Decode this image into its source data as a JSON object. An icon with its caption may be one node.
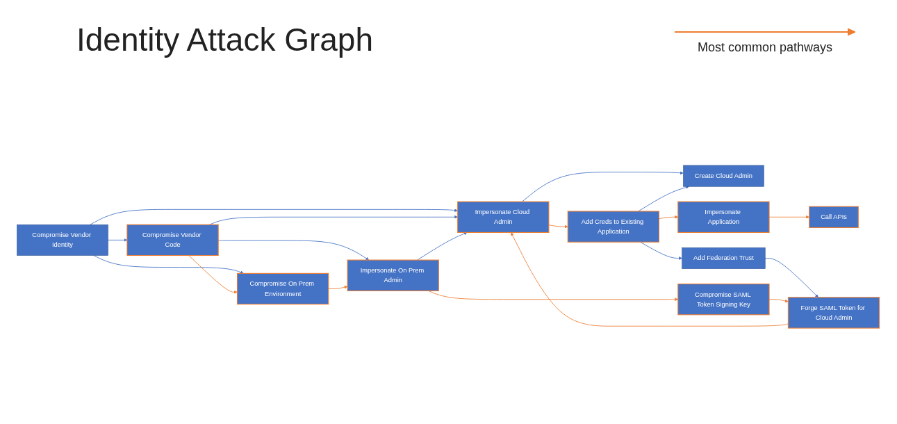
{
  "diagram": {
    "title": "Identity Attack Graph",
    "nodes": [
      {
        "text": [
          "Compromise Vendor Identity"
        ]
      },
      {
        "text": [
          "Compromise On Prem Environment"
        ]
      },
      {
        "text": [
          "Create Cloud Admin"
        ]
      },
      {
        "text": [
          "Compromise Vendor Code"
        ]
      },
      {
        "text": [
          "Impersonate On Prem Admin"
        ]
      },
      {
        "text": [
          "Impersonate Cloud Admin"
        ]
      },
      {
        "text": [
          "Add Creds to Existing Application"
        ]
      },
      {
        "text": [
          "Impersonate Application"
        ]
      },
      {
        "text": [
          "Compromise SAML Token Signing Key"
        ]
      },
      {
        "text": [
          "Forge SAML Token for Cloud Admin"
        ]
      },
      {
        "text": [
          "Add Federation Trust"
        ]
      },
      {
        "text": [
          "Call APIs"
        ]
      }
    ],
    "edges": [
      {
        "from": 0,
        "to": 1,
        "arrow": "to"
      },
      {
        "from": 0,
        "to": 3,
        "arrow": "to"
      },
      {
        "from": 0,
        "to": 5,
        "arrow": "to"
      },
      {
        "from": 3,
        "to": 1,
        "arrow": "to",
        "color": "#ed7d31"
      },
      {
        "from": 3,
        "to": 4,
        "arrow": "to"
      },
      {
        "from": 3,
        "to": 5,
        "arrow": "to"
      },
      {
        "from": 1,
        "to": 4,
        "arrow": "to",
        "color": "#ed7d31"
      },
      {
        "from": 4,
        "to": 5,
        "arrow": "to"
      },
      {
        "from": 4,
        "to": 8,
        "arrow": "to",
        "color": "#ed7d31"
      },
      {
        "from": 5,
        "to": 2,
        "arrow": "to"
      },
      {
        "from": 5,
        "to": 6,
        "arrow": "to",
        "color": "#ed7d31"
      },
      {
        "from": 6,
        "to": 2,
        "arrow": "to"
      },
      {
        "from": 6,
        "to": 7,
        "arrow": "to",
        "color": "#ed7d31"
      },
      {
        "from": 6,
        "to": 10,
        "arrow": "to"
      },
      {
        "from": 10,
        "to": 9,
        "arrow": "to"
      },
      {
        "from": 8,
        "to": 9,
        "arrow": "to",
        "color": "#ed7d31"
      },
      {
        "from": 9,
        "to": 5,
        "arrow": "to",
        "color": "#ed7d31"
      },
      {
        "from": 7,
        "to": 11,
        "arrow": "to",
        "color": "#ed7d31"
      }
    ],
    "legend": [
      {
        "text": "Most common pathways"
      }
    ]
  }
}
